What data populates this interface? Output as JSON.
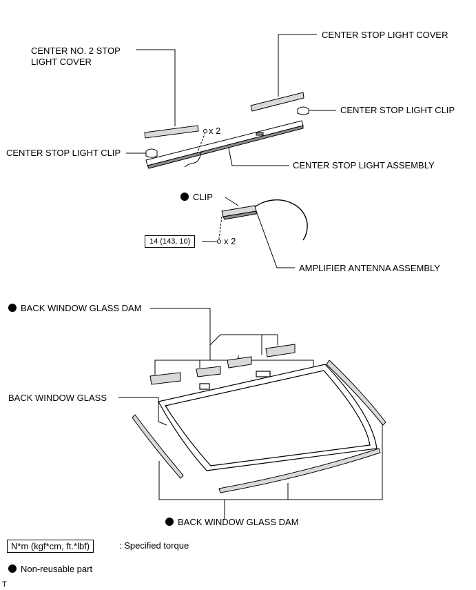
{
  "labels": {
    "center_no2_stop_light_cover": "CENTER NO. 2 STOP LIGHT COVER",
    "center_stop_light_cover": "CENTER STOP LIGHT COVER",
    "center_stop_light_clip_right": "CENTER STOP LIGHT CLIP",
    "center_stop_light_clip_left": "CENTER STOP LIGHT CLIP",
    "center_stop_light_assembly": "CENTER STOP LIGHT ASSEMBLY",
    "clip": "CLIP",
    "amplifier_antenna_assembly": "AMPLIFIER ANTENNA ASSEMBLY",
    "back_window_glass_dam_top": "BACK WINDOW GLASS DAM",
    "back_window_glass": "BACK WINDOW GLASS",
    "back_window_glass_dam_bottom": "BACK WINDOW GLASS DAM"
  },
  "quantities": {
    "screws_light": "x 2",
    "screws_antenna": "x 2"
  },
  "torque": {
    "value": "14 (143, 10)"
  },
  "legend": {
    "torque_units": "N*m (kgf*cm, ft.*lbf)",
    "torque_desc": ": Specified torque",
    "non_reusable": "Non-reusable part"
  },
  "corner_mark": "T",
  "colors": {
    "ink": "#000000",
    "part_fill": "#d9d9d9",
    "part_dark": "#8c8c8c"
  }
}
